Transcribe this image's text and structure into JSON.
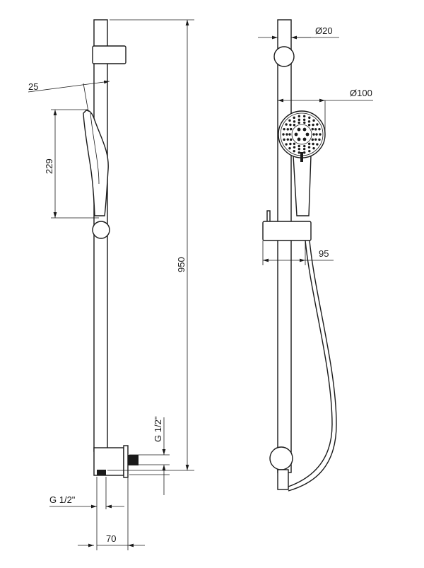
{
  "dimensions": {
    "tilt_angle": "25",
    "handshower_length": "229",
    "rail_height": "950",
    "wall_outlet_thread": "G 1/2\"",
    "hose_outlet_thread": "G 1/2\"",
    "outlet_projection": "70",
    "rail_diameter": "Ø20",
    "head_diameter": "Ø100",
    "holder_projection": "95"
  }
}
